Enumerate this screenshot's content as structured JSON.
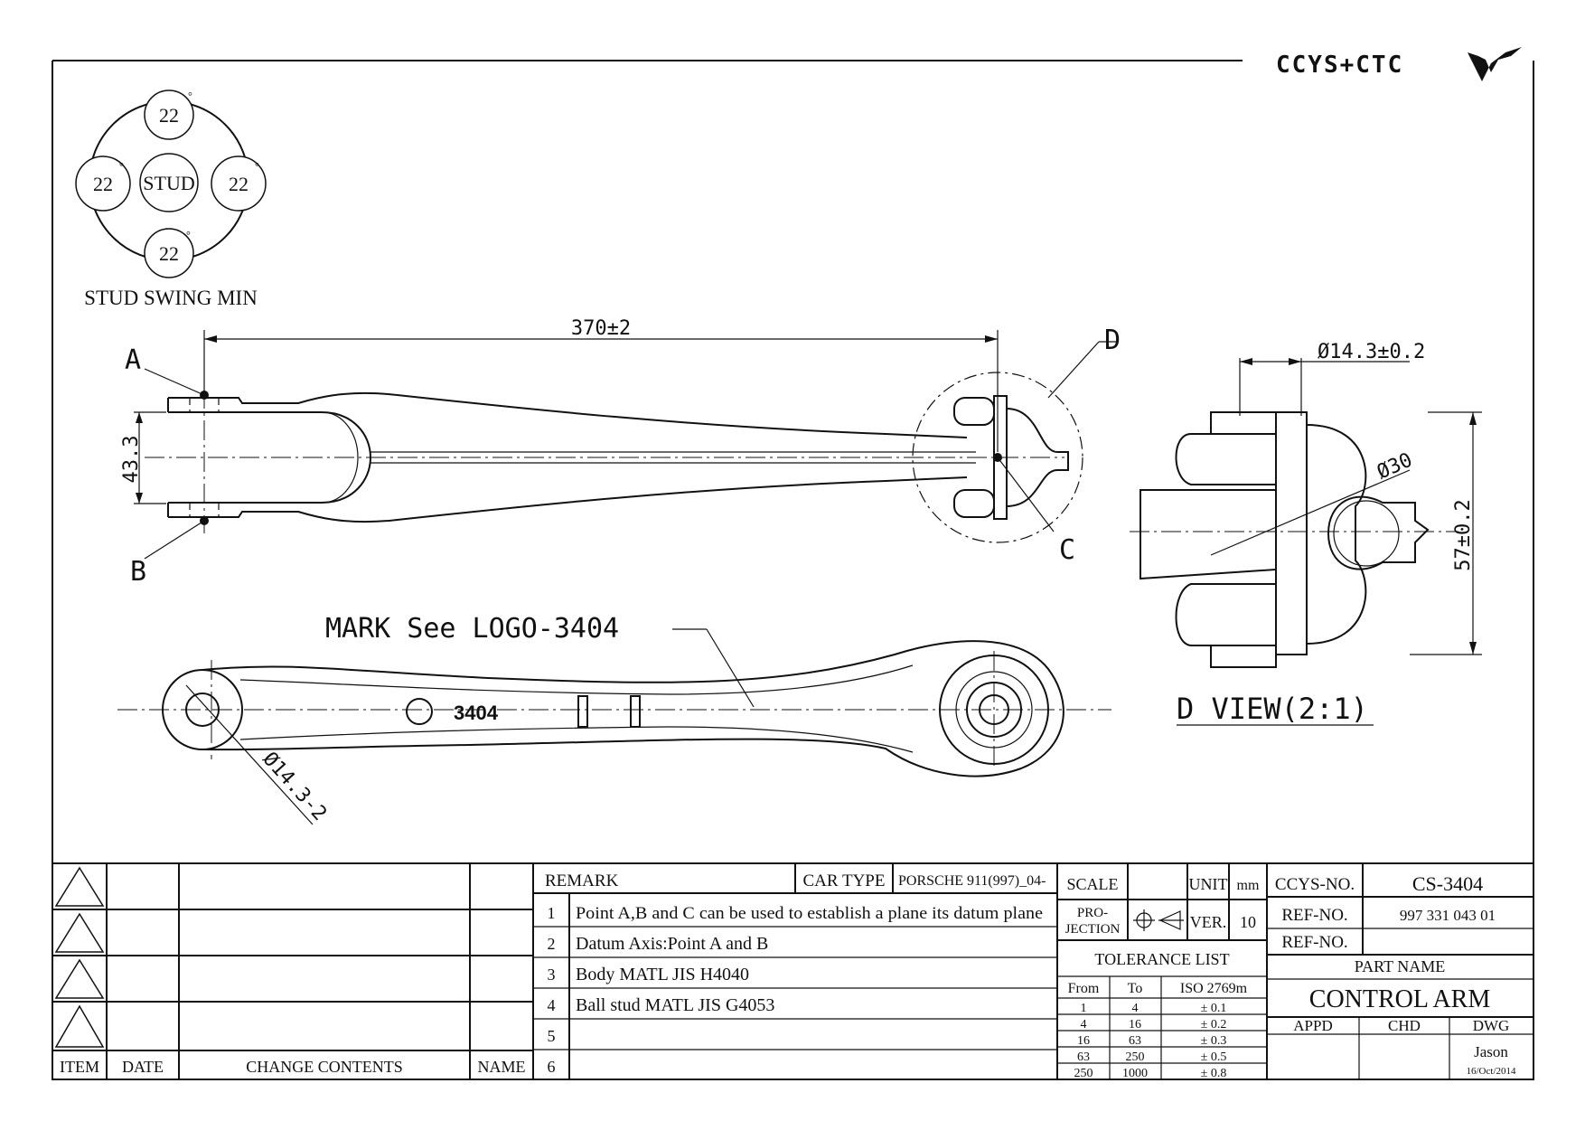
{
  "logo": {
    "text": "CCYS+CTC"
  },
  "stud_swing": {
    "center_label": "STUD",
    "angles": [
      "22",
      "22",
      "22",
      "22"
    ],
    "degree_mark": "°",
    "caption": "STUD SWING MIN"
  },
  "top_view": {
    "length_dim": "370±2",
    "width_dim": "43.3",
    "point_a": "A",
    "point_b": "B",
    "point_c": "C",
    "detail_callout": "D"
  },
  "bottom_view": {
    "mark_note": "MARK See LOGO-3404",
    "part_mark": "3404",
    "hole_dim": "Ø14.3-2"
  },
  "d_view": {
    "title": "D VIEW(2:1)",
    "stud_dia": "Ø14.3±0.2",
    "ball_dia": "Ø30",
    "height_dim": "57±0.2"
  },
  "title_block": {
    "revision_headers": [
      "ITEM",
      "DATE",
      "CHANGE CONTENTS",
      "NAME"
    ],
    "remark_label": "REMARK",
    "car_type_label": "CAR TYPE",
    "car_type_value": "PORSCHE 911(997)_04-",
    "remarks": [
      {
        "no": "1",
        "text": "Point A,B and C can be used to establish a plane its datum plane"
      },
      {
        "no": "2",
        "text": "Datum Axis:Point A and B"
      },
      {
        "no": "3",
        "text": "Body MATL JIS H4040"
      },
      {
        "no": "4",
        "text": "Ball stud MATL JIS G4053"
      },
      {
        "no": "5",
        "text": ""
      },
      {
        "no": "6",
        "text": ""
      }
    ],
    "scale_label": "SCALE",
    "scale_value": "",
    "unit_label": "UNIT",
    "unit_value": "mm",
    "projection_label_1": "PRO-",
    "projection_label_2": "JECTION",
    "ver_label": "VER.",
    "ver_value": "10",
    "tolerance_title": "TOLERANCE LIST",
    "tolerance_headers": [
      "From",
      "To",
      "ISO 2769m"
    ],
    "tolerance_rows": [
      [
        "1",
        "4",
        "± 0.1"
      ],
      [
        "4",
        "16",
        "± 0.2"
      ],
      [
        "16",
        "63",
        "± 0.3"
      ],
      [
        "63",
        "250",
        "± 0.5"
      ],
      [
        "250",
        "1000",
        "± 0.8"
      ]
    ],
    "ccys_no_label": "CCYS-NO.",
    "ccys_no_value": "CS-3404",
    "ref_no_label": "REF-NO.",
    "ref_no_value": "997 331 043 01",
    "ref_no2_label": "REF-NO.",
    "ref_no2_value": "",
    "part_name_label": "PART NAME",
    "part_name_value": "CONTROL ARM",
    "appd_label": "APPD",
    "chd_label": "CHD",
    "dwg_label": "DWG",
    "dwg_name": "Jason",
    "dwg_date": "16/Oct/2014"
  }
}
